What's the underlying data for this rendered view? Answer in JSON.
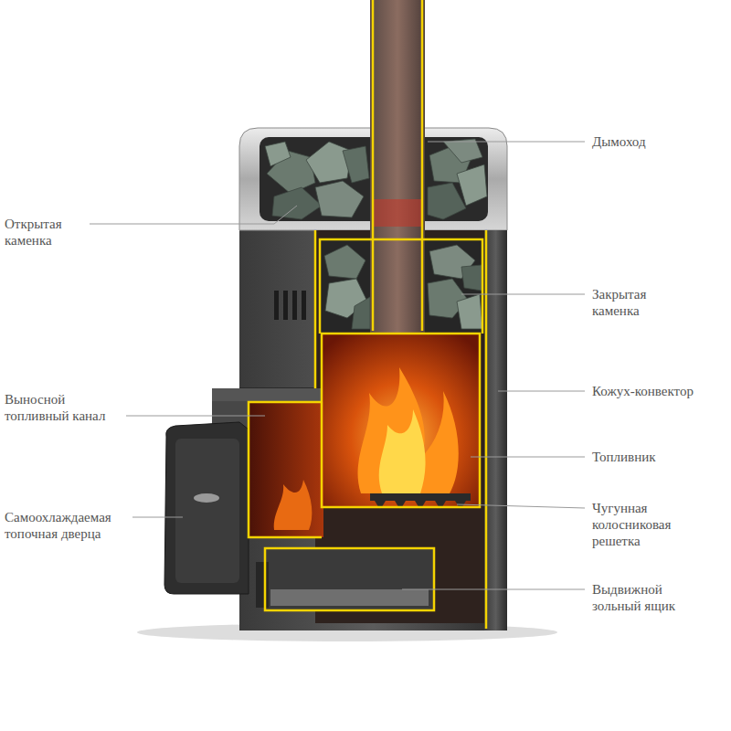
{
  "diagram": {
    "labels": [
      "Дымоход",
      "Открытая каменка",
      "Закрытая каменка",
      "Выносной топливный канал",
      "Кожух-конвектор",
      "Топливник",
      "Самоохлаждаемая топочная дверца",
      "Чугунная колосниковая решетка",
      "Выдвижной зольный ящик"
    ]
  }
}
